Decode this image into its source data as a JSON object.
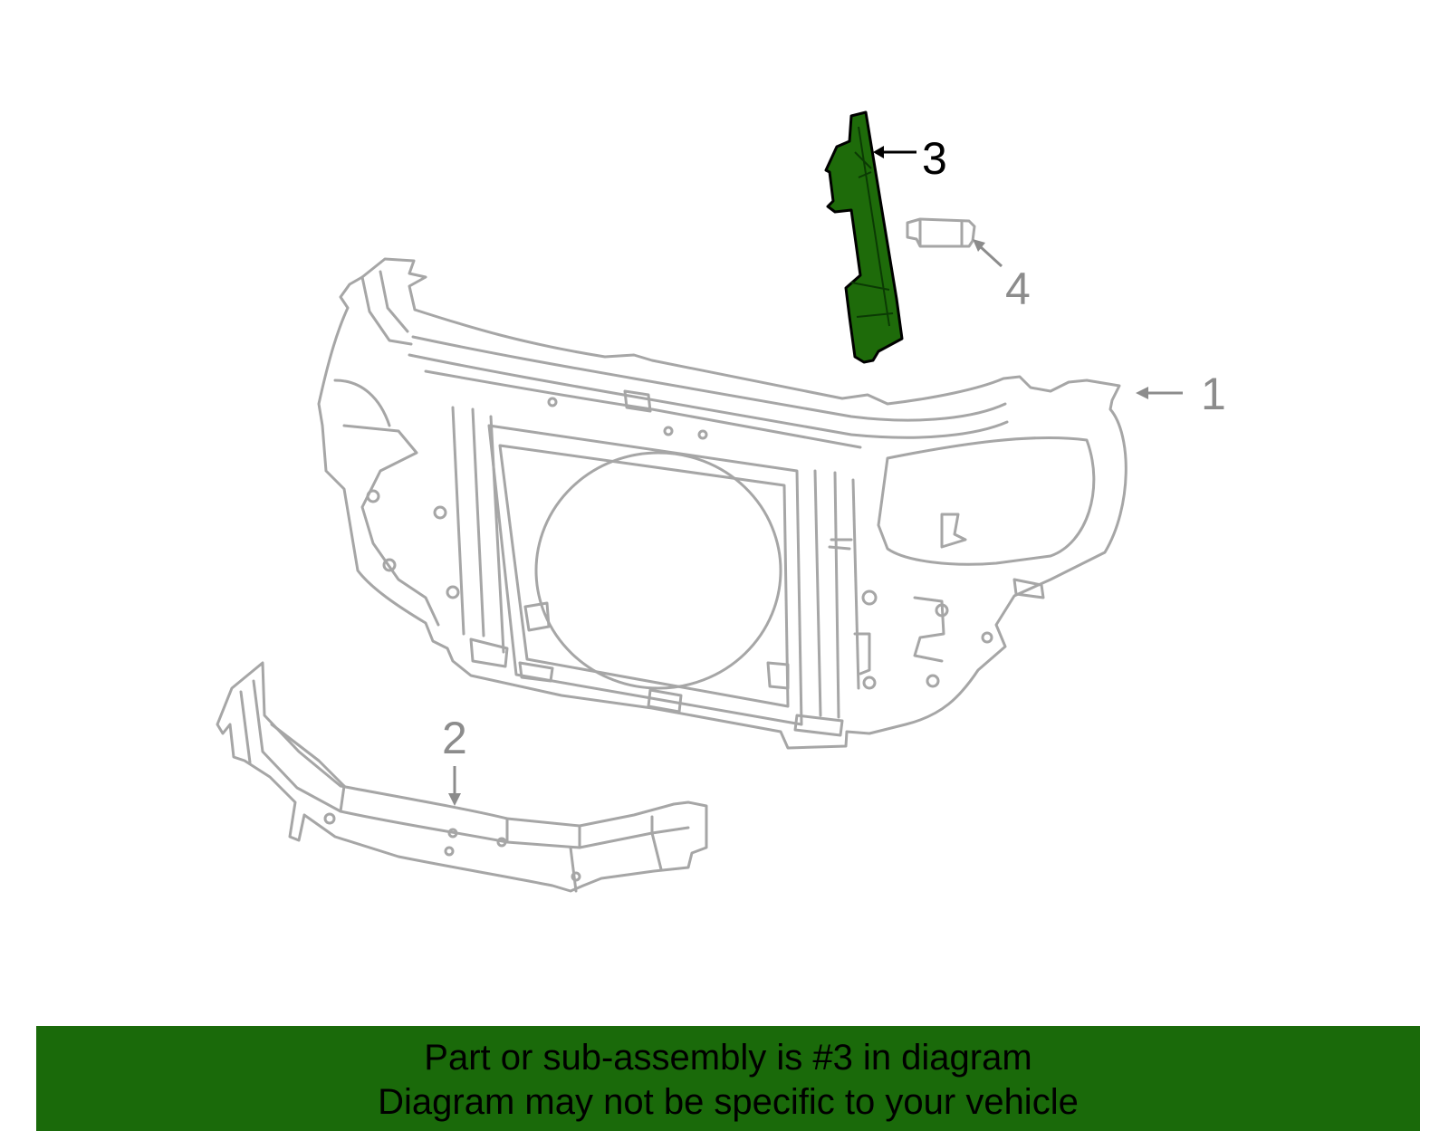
{
  "callouts": {
    "c1": "1",
    "c2": "2",
    "c3": "3",
    "c4": "4"
  },
  "highlighted_part": "3",
  "colors": {
    "highlight_fill": "#1e6b0a",
    "part_outline": "#a6a6a6",
    "banner_bg": "#1a6a0a",
    "text_dark": "#000000",
    "text_gray": "#8c8c8c"
  },
  "banner": {
    "line1": "Part or sub-assembly is #3 in diagram",
    "line2": "Diagram may not be specific to your vehicle"
  }
}
